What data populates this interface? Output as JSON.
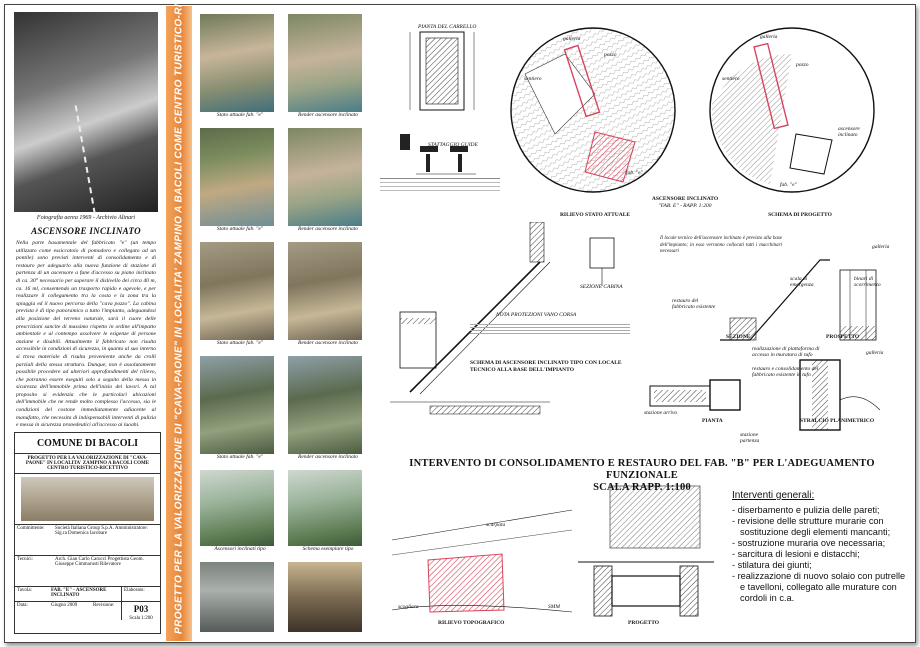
{
  "left": {
    "photo_caption": "Fotografia aerea 1969 - Archivio Alinari",
    "section_title": "ASCENSORE INCLINATO",
    "body": "Nella parte basamentale del fabbricato \"e\" (un tempo utilizzato come essiccatoio di pomodoro e collegato ad un pontile) sono previsti interventi di consolidamento e di restauro per adeguarlo alla nuova funzione di stazione di partenza di un ascensore a fune d'accesso su piano inclinato di ca. 30° necessario per superare il dislivello dei circa 40 m, ca. 16 ml, consentendo un trasporto rapido e agevole, e per realizzare il collegamento tra la costa e la zona tra la spiaggia ed il nuovo percorso della \"cava pozzo\". La cabina prevista è di tipo panoramico a tutto l'impianto, adeguandosi alla posizione del terreno naturale, sarà il cuore delle prescrizioni sancite di massimo rispetto in ordine all'impatto ambientale e al contempo assolvere le esigenze di persone anziane e disabili. Attualmente il fabbricato non risulta accessibile in condizioni di sicurezza, in quanto al suo interno si trova materiale di risulta proveniente anche da crolli parziali della stessa struttura. Dunque, non è assolutamente possibile procedere ad ulteriori approfondimenti del rilievo, che potranno essere eseguiti solo a seguito della messa in sicurezza dell'immobile prima dell'inizio dei lavori. A tal proposito si evidenzia che le particolari ubicazioni dell'immobile che ne rende molto complesso l'accesso, sia le condizioni del costone immediatamente adiacente al manufatto, che necessita di indispensabili interventi di pulizia e messa in sicurezza propedeutici all'accesso ai luoghi."
  },
  "titleblock": {
    "municipality": "COMUNE DI BACOLI",
    "project": "PROGETTO PER LA VALORIZZAZIONE DI \"CAVA-PAONE\" IN LOCALITA' ZAMPINO A BACOLI COME CENTRO TURISTICO-RICETTIVO",
    "committente_label": "Committente:",
    "committente_value": "Società Italiana Group S.p.A. Amministratore: Sig.ra Domenica Iacobare",
    "tecnici_label": "Tecnici:",
    "tecnici_value": "Arch. Gian Carlo Carucci Progettista Geom. Giuseppe Cimmarusti Rilevatore",
    "tavola_label": "Tavola:",
    "tavola_value": "FAB. \"E\" - ASCENSORE INCLINATO",
    "elaborato_label": "Elaborato:",
    "elaborato_value": "P03",
    "data_label": "Data:",
    "data_value": "Giugno 2009",
    "revisione_label": "Revisione:",
    "scala_value": "Scala 1:200"
  },
  "band_text": "PROGETTO PER LA VALORIZZAZIONE DI \"CAVA-PAONE\" IN LOCALITA' ZAMPINO A BACOLI COME CENTRO TURISTICO-RICETTIVO",
  "photos": [
    {
      "caption": "Stato attuale fab. \"e\"",
      "tone": "g1"
    },
    {
      "caption": "Render ascensore inclinato",
      "tone": "g2"
    },
    {
      "caption": "Stato attuale fab. \"e\"",
      "tone": "g3"
    },
    {
      "caption": "Render ascensore inclinato",
      "tone": "g2"
    },
    {
      "caption": "Stato attuale fab. \"e\"",
      "tone": "g4"
    },
    {
      "caption": "Render ascensore inclinato",
      "tone": "g4"
    },
    {
      "caption": "Stato attuale fab. \"e\"",
      "tone": "g5"
    },
    {
      "caption": "Render ascensore inclinato",
      "tone": "g5"
    },
    {
      "caption": "Ascensori inclinati tipo",
      "tone": "g6"
    },
    {
      "caption": "Schema esemplare tipo",
      "tone": "g6"
    },
    {
      "caption": "",
      "tone": "g7"
    },
    {
      "caption": "",
      "tone": "g8"
    }
  ],
  "drawings": {
    "pianta_carrello": "PIANTA DEL CARRELLO",
    "stattaggio_guide": "STATTAGGIO GUIDE",
    "rilievo_title": "RILIEVO STATO ATTUALE",
    "ascensore_title": "ASCENSORE INCLINATO",
    "ascensore_sub": "\"FAB. E\" - RAPP. 1:200",
    "schema_title": "SCHEMA DI PROGETTO",
    "galleria": "galleria",
    "pozzo": "pozzo",
    "sentiero": "sentiero",
    "fab_e": "fab. \"e\"",
    "ascensore_inclinato": "ascensore inclinato",
    "locale_note": "Il locale tecnico dell'ascensore inclinato è previsto alla base dell'impianto; in esso verranno collocati tutti i macchinari necessari",
    "sezione": "SEZIONE",
    "prospetto": "PROSPETTO",
    "scala_emergenza": "scala di emergenza",
    "binari": "binari di scorrimento",
    "restauro_fab": "restauro del fabbricato esistente",
    "nota_protezioni": "NOTA PROTEZIONI VANO CORSA",
    "schema_tipo": "SCHEMA DI ASCENSORE INCLINATO TIPO CON LOCALE TECNICO ALLA BASE DELL'IMPIANTO",
    "sezione_cabina": "SEZIONE CABINA",
    "stazione_arrivo": "stazione arrivo",
    "stazione_partenza": "stazione partenza",
    "pianta": "PIANTA",
    "stralcio": "STRALCIO PLANIMETRICO",
    "piattaforma": "realizzazione di piattaforma di accesso in muratura di tufo",
    "restauro_cons": "restauro e consolidamento del fabbricato esistente in tufo",
    "scarpata": "scarpata",
    "scogliera": "scogliera",
    "smm": "SMM",
    "rilievo_topo": "RILIEVO TOPOGRAFICO",
    "progetto": "PROGETTO"
  },
  "main_title": "INTERVENTO DI CONSOLIDAMENTO E RESTAURO DEL FAB. \"B\" PER L'ADEGUAMENTO FUNZIONALE",
  "main_scale": "SCALA RAPP. 1:100",
  "interventi": {
    "heading": "Interventi generali:",
    "items": [
      "- diserbamento e pulizia delle pareti;",
      "- revisione delle strutture murarie con sostituzione degli elementi mancanti;",
      "- sostruzione muraria ove necessaria;",
      "- sarcitura di lesioni e distacchi;",
      "- stilatura dei giunti;",
      "- realizzazione di nuovo solaio con putrelle e tavelloni, collegato alle murature con cordoli in c.a."
    ]
  },
  "colors": {
    "band": "#e8863a",
    "hatch": "#d9435a",
    "frame": "#444444"
  }
}
